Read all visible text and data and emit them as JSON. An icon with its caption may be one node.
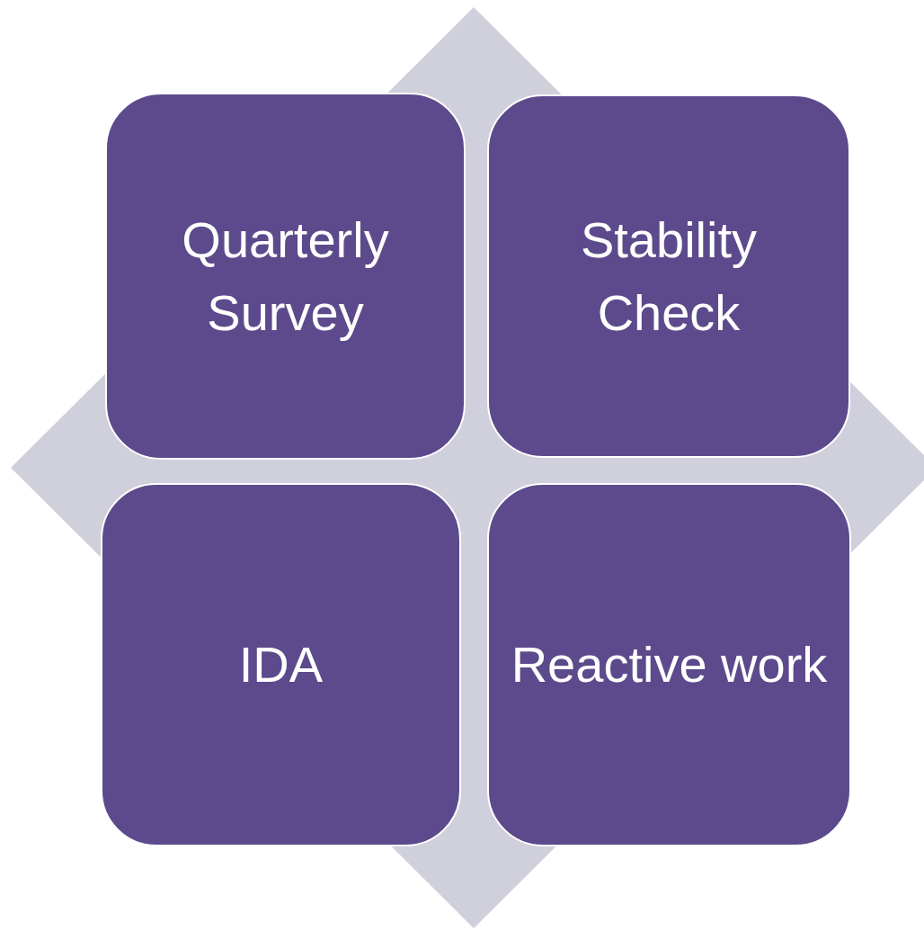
{
  "diagram": {
    "nodes": [
      {
        "text": [
          "Quarterly Survey"
        ]
      },
      {
        "text": [
          "Stability Check"
        ]
      },
      {
        "text": [
          "IDA"
        ]
      },
      {
        "text": [
          "Reactive work"
        ]
      }
    ]
  }
}
